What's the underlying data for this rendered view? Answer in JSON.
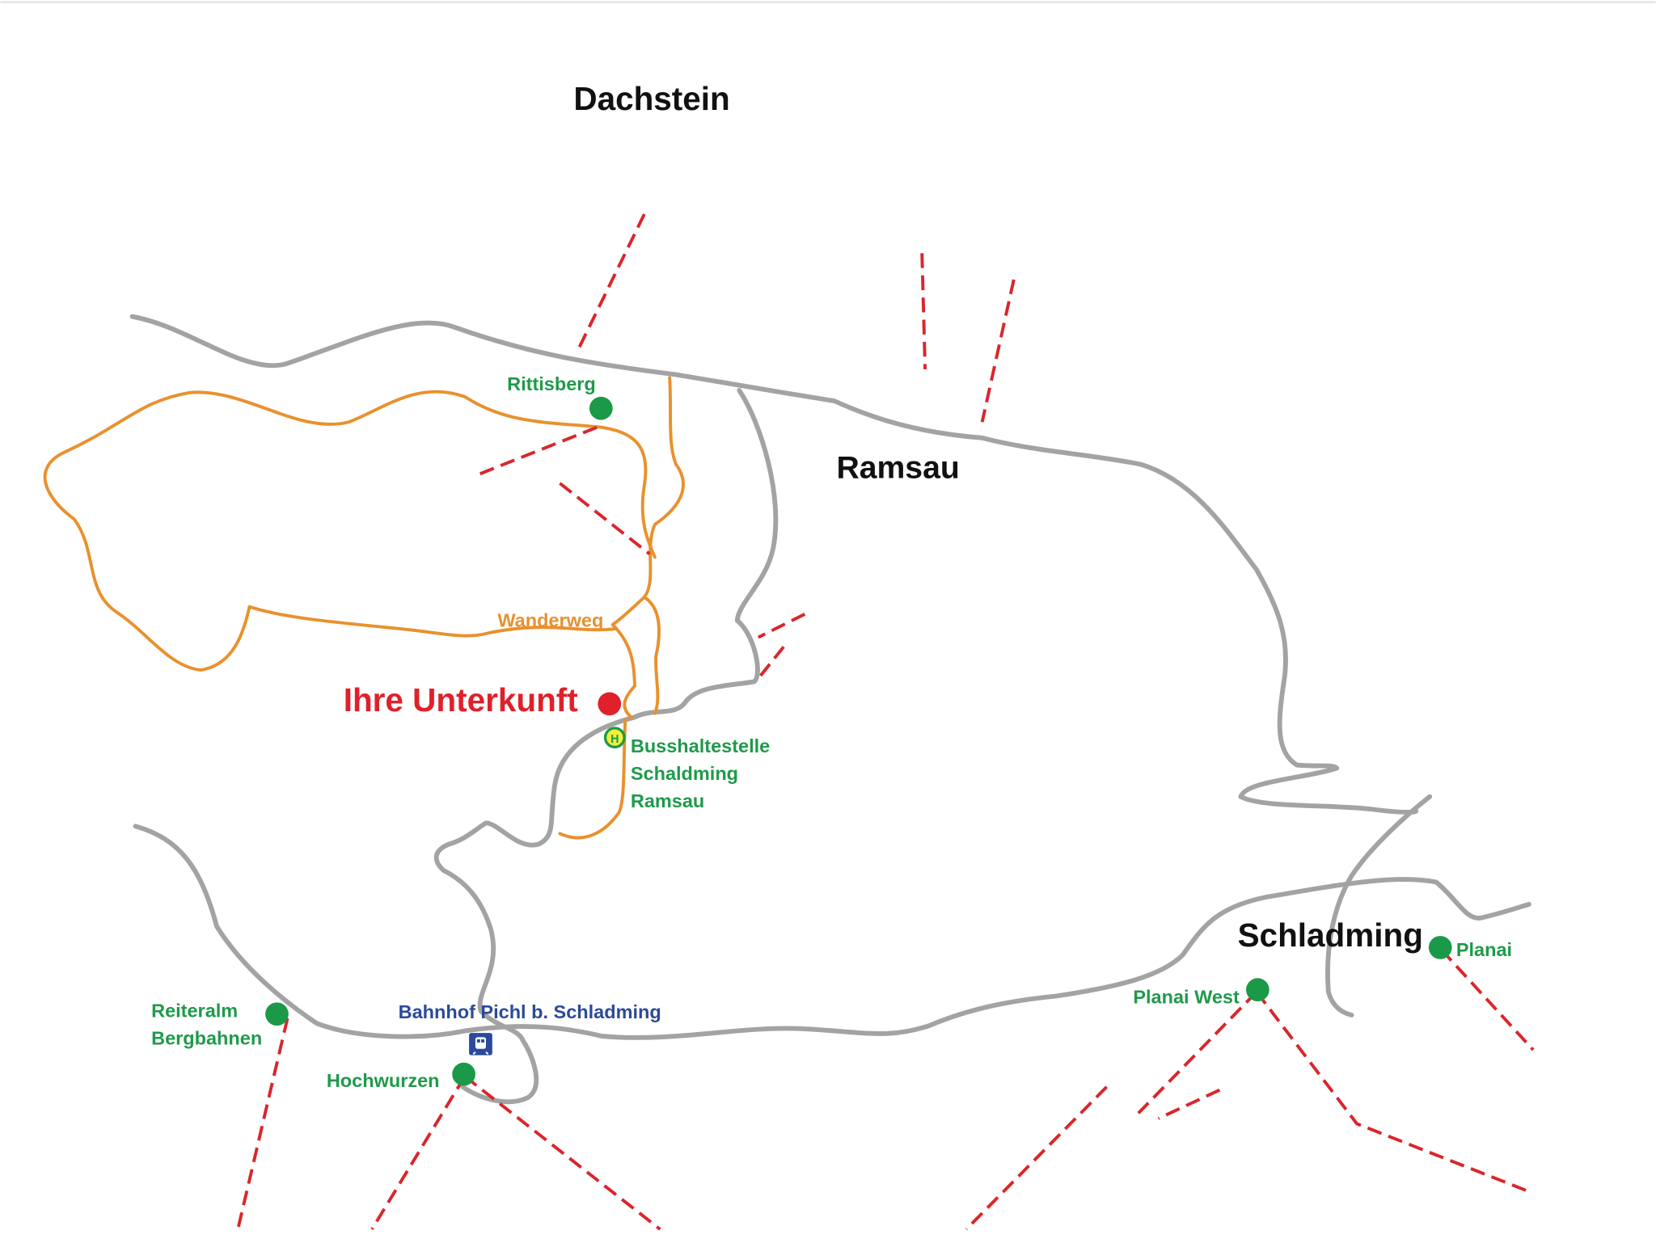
{
  "regions": {
    "dachstein": "Dachstein",
    "ramsau": "Ramsau",
    "schladming": "Schladming"
  },
  "accommodation": {
    "label": "Ihre Unterkunft",
    "color": "#e0202a"
  },
  "trail": {
    "label": "Wanderweg",
    "color": "#e8912e"
  },
  "bus_stop": {
    "icon": "bus-stop-icon",
    "symbol": "H",
    "lines": [
      "Busshaltestelle",
      "Schaldming",
      "Ramsau"
    ]
  },
  "train_station": {
    "label": "Bahnhof Pichl b. Schladming",
    "icon": "train-icon",
    "color": "#2b4a9a"
  },
  "ski_areas": {
    "rittisberg": "Rittisberg",
    "reiteralm": [
      "Reiteralm",
      "Bergbahnen"
    ],
    "hochwurzen": "Hochwurzen",
    "planai_west": "Planai West",
    "planai": "Planai"
  },
  "colors": {
    "road": "#a3a3a3",
    "lift": "#d9262c",
    "ski_dot": "#1a9a48",
    "ski_label": "#1f9a4a"
  }
}
